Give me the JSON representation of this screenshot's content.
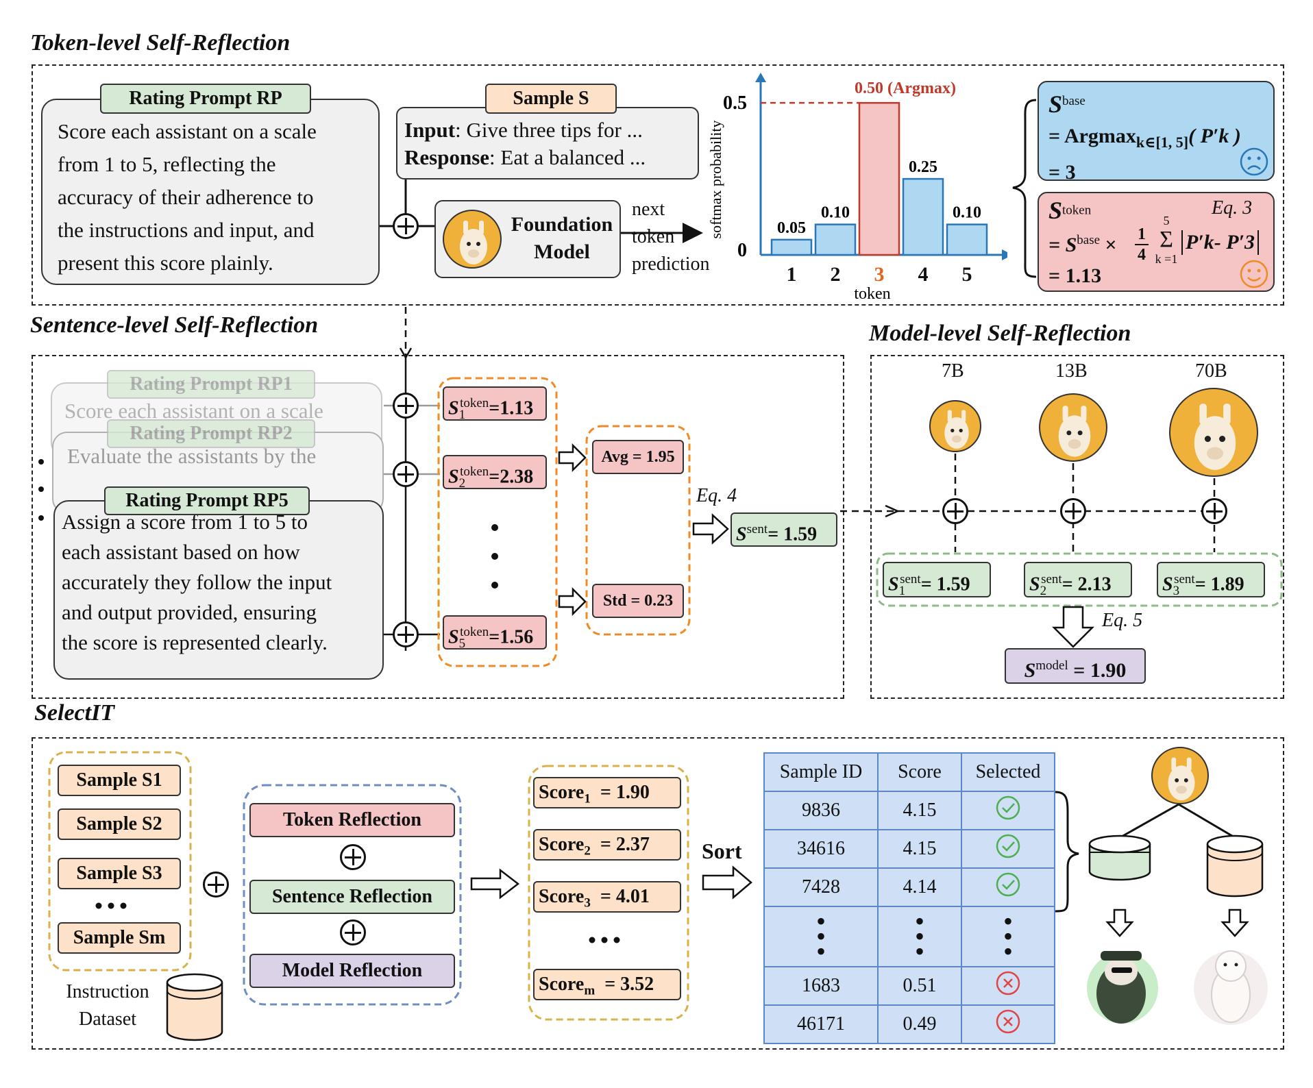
{
  "sections": {
    "token": "Token-level Self-Reflection",
    "sentence": "Sentence-level Self-Reflection",
    "model": "Model-level Self-Reflection",
    "selectit": "SelectIT"
  },
  "token_level": {
    "rp_tag": "Rating Prompt RP",
    "rp_lines": [
      "Score each assistant on a scale",
      "from 1 to 5, reflecting the",
      "accuracy of their adherence to",
      "the instructions and input, and",
      "present this score plainly."
    ],
    "sample_tag": "Sample S",
    "input_label": "Input",
    "input_text": ": Give three tips for ...",
    "response_label": "Response",
    "response_text": ": Eat a balanced ...",
    "fm_line1": "Foundation",
    "fm_line2": "Model",
    "ntp": [
      "next",
      "token",
      "prediction"
    ],
    "ylabel": "softmax probability",
    "xlabel": "token",
    "y_top": "0.5",
    "y_zero": "0",
    "argmax_label": "0.50 (Argmax)",
    "sbase_lines": [
      "= Argmax",
      "k∈[1, 5]",
      "( P′k )",
      "= 3"
    ],
    "stoken_lines": [
      "Eq. 3",
      "= S",
      "base",
      "×",
      "1",
      "4",
      "5",
      "k =1",
      "P′k- P′3",
      "= 1.13"
    ],
    "s_letter": "S",
    "base_sup": "base",
    "token_sup": "token"
  },
  "chart_data": {
    "type": "bar",
    "categories": [
      "1",
      "2",
      "3",
      "4",
      "5"
    ],
    "values": [
      0.05,
      0.1,
      0.5,
      0.25,
      0.1
    ],
    "value_labels": [
      "0.05",
      "0.10",
      "",
      "0.25",
      "0.10"
    ],
    "highlight_index": 2,
    "ylim": [
      0,
      0.55
    ],
    "colors": {
      "normal": "#aed8f2",
      "highlight": "#f5c5c6",
      "highlight_text": "#e0661e",
      "axis": "#2a77b8"
    }
  },
  "sentence_level": {
    "rp1_tag": "Rating Prompt RP1",
    "rp1_text": "Score each assistant on a scale",
    "rp2_tag": "Rating Prompt RP2",
    "rp2_text": "Evaluate the assistants by the",
    "rp5_tag": "Rating Prompt RP5",
    "rp5_lines": [
      "Assign a score from 1 to 5 to",
      "each assistant based on how",
      "accurately they follow the input",
      "and output provided, ensuring",
      "the score is represented clearly."
    ],
    "s1": "=1.13",
    "s2": "=2.38",
    "s5": "=1.56",
    "avg": "Avg = 1.95",
    "std": "Std = 0.23",
    "eq4": "Eq. 4",
    "ssent": "= 1.59"
  },
  "model_level": {
    "sizes": [
      "7B",
      "13B",
      "70B"
    ],
    "scores": [
      "= 1.59",
      "= 2.13",
      "= 1.89"
    ],
    "eq5": "Eq. 5",
    "smodel": "= 1.90"
  },
  "selectit": {
    "samples": [
      "Sample S1",
      "Sample S2",
      "Sample S3",
      "Sample Sm"
    ],
    "dataset_label": [
      "Instruction",
      "Dataset"
    ],
    "reflections": [
      "Token Reflection",
      "Sentence Reflection",
      "Model Reflection"
    ],
    "scores": [
      "= 1.90",
      "= 2.37",
      "= 4.01",
      "= 3.52"
    ],
    "sort": "Sort",
    "table_headers": [
      "Sample ID",
      "Score",
      "Selected"
    ],
    "rows_top": [
      [
        "9836",
        "4.15"
      ],
      [
        "34616",
        "4.15"
      ],
      [
        "7428",
        "4.14"
      ]
    ],
    "rows_bottom": [
      [
        "1683",
        "0.51"
      ],
      [
        "46171",
        "0.49"
      ]
    ]
  }
}
